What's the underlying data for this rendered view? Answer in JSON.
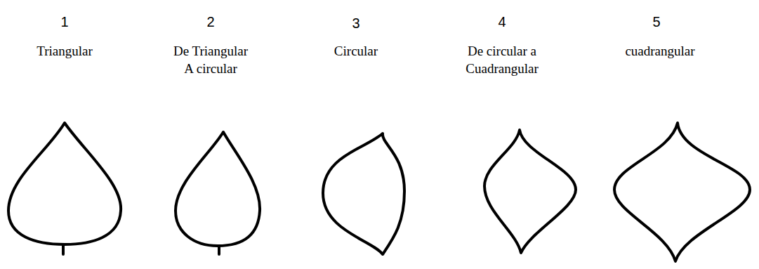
{
  "diagram": {
    "labels": [
      "1",
      "Triangular",
      "2",
      "De Triangular A circular",
      "3",
      "Circular",
      "4",
      "De circular a Cuadrangular",
      "5",
      "cuadrangular"
    ]
  }
}
